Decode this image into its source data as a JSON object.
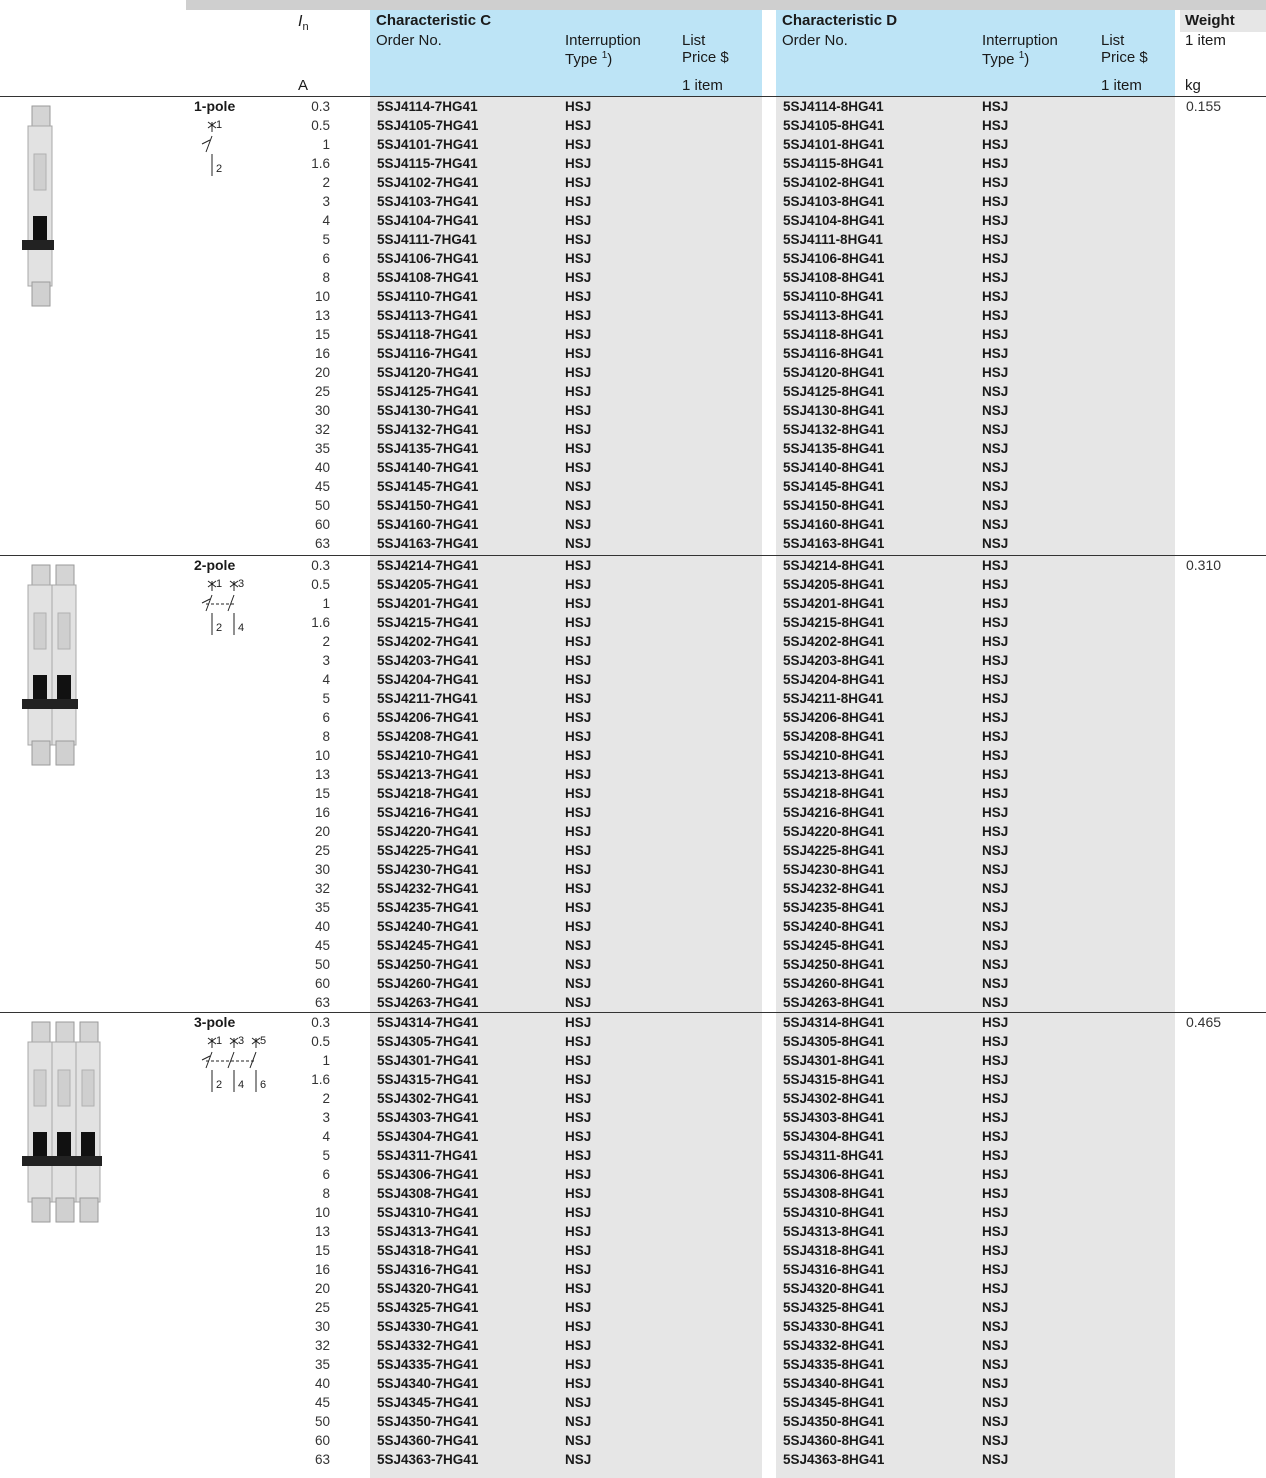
{
  "header": {
    "in_symbol": "I",
    "in_sub": "n",
    "unit_a": "A",
    "char_c": {
      "title": "Characteristic C",
      "order_no": "Order No.",
      "interruption": "Interruption",
      "type": "Type",
      "footnote": "1",
      "list": "List",
      "price": "Price $",
      "qty": "1 item"
    },
    "char_d": {
      "title": "Characteristic D",
      "order_no": "Order No.",
      "interruption": "Interruption",
      "type": "Type",
      "footnote": "1",
      "list": "List",
      "price": "Price $",
      "qty": "1 item"
    },
    "weight": {
      "title": "Weight",
      "qty": "1 item",
      "unit": "kg"
    }
  },
  "groups": [
    {
      "pole": "1-pole",
      "weight": "0.155",
      "terminals": [
        "1",
        "2"
      ],
      "rows": [
        {
          "a": "0.3",
          "c": "5SJ4114-7HG41",
          "tc": "HSJ",
          "d": "5SJ4114-8HG41",
          "td": "HSJ"
        },
        {
          "a": "0.5",
          "c": "5SJ4105-7HG41",
          "tc": "HSJ",
          "d": "5SJ4105-8HG41",
          "td": "HSJ"
        },
        {
          "a": "1",
          "c": "5SJ4101-7HG41",
          "tc": "HSJ",
          "d": "5SJ4101-8HG41",
          "td": "HSJ"
        },
        {
          "a": "1.6",
          "c": "5SJ4115-7HG41",
          "tc": "HSJ",
          "d": "5SJ4115-8HG41",
          "td": "HSJ"
        },
        {
          "a": "2",
          "c": "5SJ4102-7HG41",
          "tc": "HSJ",
          "d": "5SJ4102-8HG41",
          "td": "HSJ"
        },
        {
          "a": "3",
          "c": "5SJ4103-7HG41",
          "tc": "HSJ",
          "d": "5SJ4103-8HG41",
          "td": "HSJ"
        },
        {
          "a": "4",
          "c": "5SJ4104-7HG41",
          "tc": "HSJ",
          "d": "5SJ4104-8HG41",
          "td": "HSJ"
        },
        {
          "a": "5",
          "c": "5SJ4111-7HG41",
          "tc": "HSJ",
          "d": "5SJ4111-8HG41",
          "td": "HSJ"
        },
        {
          "a": "6",
          "c": "5SJ4106-7HG41",
          "tc": "HSJ",
          "d": "5SJ4106-8HG41",
          "td": "HSJ"
        },
        {
          "a": "8",
          "c": "5SJ4108-7HG41",
          "tc": "HSJ",
          "d": "5SJ4108-8HG41",
          "td": "HSJ"
        },
        {
          "a": "10",
          "c": "5SJ4110-7HG41",
          "tc": "HSJ",
          "d": "5SJ4110-8HG41",
          "td": "HSJ"
        },
        {
          "a": "13",
          "c": "5SJ4113-7HG41",
          "tc": "HSJ",
          "d": "5SJ4113-8HG41",
          "td": "HSJ"
        },
        {
          "a": "15",
          "c": "5SJ4118-7HG41",
          "tc": "HSJ",
          "d": "5SJ4118-8HG41",
          "td": "HSJ"
        },
        {
          "a": "16",
          "c": "5SJ4116-7HG41",
          "tc": "HSJ",
          "d": "5SJ4116-8HG41",
          "td": "HSJ"
        },
        {
          "a": "20",
          "c": "5SJ4120-7HG41",
          "tc": "HSJ",
          "d": "5SJ4120-8HG41",
          "td": "HSJ"
        },
        {
          "a": "25",
          "c": "5SJ4125-7HG41",
          "tc": "HSJ",
          "d": "5SJ4125-8HG41",
          "td": "NSJ"
        },
        {
          "a": "30",
          "c": "5SJ4130-7HG41",
          "tc": "HSJ",
          "d": "5SJ4130-8HG41",
          "td": "NSJ"
        },
        {
          "a": "32",
          "c": "5SJ4132-7HG41",
          "tc": "HSJ",
          "d": "5SJ4132-8HG41",
          "td": "NSJ"
        },
        {
          "a": "35",
          "c": "5SJ4135-7HG41",
          "tc": "HSJ",
          "d": "5SJ4135-8HG41",
          "td": "NSJ"
        },
        {
          "a": "40",
          "c": "5SJ4140-7HG41",
          "tc": "HSJ",
          "d": "5SJ4140-8HG41",
          "td": "NSJ"
        },
        {
          "a": "45",
          "c": "5SJ4145-7HG41",
          "tc": "NSJ",
          "d": "5SJ4145-8HG41",
          "td": "NSJ"
        },
        {
          "a": "50",
          "c": "5SJ4150-7HG41",
          "tc": "NSJ",
          "d": "5SJ4150-8HG41",
          "td": "NSJ"
        },
        {
          "a": "60",
          "c": "5SJ4160-7HG41",
          "tc": "NSJ",
          "d": "5SJ4160-8HG41",
          "td": "NSJ"
        },
        {
          "a": "63",
          "c": "5SJ4163-7HG41",
          "tc": "NSJ",
          "d": "5SJ4163-8HG41",
          "td": "NSJ"
        }
      ]
    },
    {
      "pole": "2-pole",
      "weight": "0.310",
      "terminals": [
        "1",
        "3",
        "2",
        "4"
      ],
      "rows": [
        {
          "a": "0.3",
          "c": "5SJ4214-7HG41",
          "tc": "HSJ",
          "d": "5SJ4214-8HG41",
          "td": "HSJ"
        },
        {
          "a": "0.5",
          "c": "5SJ4205-7HG41",
          "tc": "HSJ",
          "d": "5SJ4205-8HG41",
          "td": "HSJ"
        },
        {
          "a": "1",
          "c": "5SJ4201-7HG41",
          "tc": "HSJ",
          "d": "5SJ4201-8HG41",
          "td": "HSJ"
        },
        {
          "a": "1.6",
          "c": "5SJ4215-7HG41",
          "tc": "HSJ",
          "d": "5SJ4215-8HG41",
          "td": "HSJ"
        },
        {
          "a": "2",
          "c": "5SJ4202-7HG41",
          "tc": "HSJ",
          "d": "5SJ4202-8HG41",
          "td": "HSJ"
        },
        {
          "a": "3",
          "c": "5SJ4203-7HG41",
          "tc": "HSJ",
          "d": "5SJ4203-8HG41",
          "td": "HSJ"
        },
        {
          "a": "4",
          "c": "5SJ4204-7HG41",
          "tc": "HSJ",
          "d": "5SJ4204-8HG41",
          "td": "HSJ"
        },
        {
          "a": "5",
          "c": "5SJ4211-7HG41",
          "tc": "HSJ",
          "d": "5SJ4211-8HG41",
          "td": "HSJ"
        },
        {
          "a": "6",
          "c": "5SJ4206-7HG41",
          "tc": "HSJ",
          "d": "5SJ4206-8HG41",
          "td": "HSJ"
        },
        {
          "a": "8",
          "c": "5SJ4208-7HG41",
          "tc": "HSJ",
          "d": "5SJ4208-8HG41",
          "td": "HSJ"
        },
        {
          "a": "10",
          "c": "5SJ4210-7HG41",
          "tc": "HSJ",
          "d": "5SJ4210-8HG41",
          "td": "HSJ"
        },
        {
          "a": "13",
          "c": "5SJ4213-7HG41",
          "tc": "HSJ",
          "d": "5SJ4213-8HG41",
          "td": "HSJ"
        },
        {
          "a": "15",
          "c": "5SJ4218-7HG41",
          "tc": "HSJ",
          "d": "5SJ4218-8HG41",
          "td": "HSJ"
        },
        {
          "a": "16",
          "c": "5SJ4216-7HG41",
          "tc": "HSJ",
          "d": "5SJ4216-8HG41",
          "td": "HSJ"
        },
        {
          "a": "20",
          "c": "5SJ4220-7HG41",
          "tc": "HSJ",
          "d": "5SJ4220-8HG41",
          "td": "HSJ"
        },
        {
          "a": "25",
          "c": "5SJ4225-7HG41",
          "tc": "HSJ",
          "d": "5SJ4225-8HG41",
          "td": "NSJ"
        },
        {
          "a": "30",
          "c": "5SJ4230-7HG41",
          "tc": "HSJ",
          "d": "5SJ4230-8HG41",
          "td": "NSJ"
        },
        {
          "a": "32",
          "c": "5SJ4232-7HG41",
          "tc": "HSJ",
          "d": "5SJ4232-8HG41",
          "td": "NSJ"
        },
        {
          "a": "35",
          "c": "5SJ4235-7HG41",
          "tc": "HSJ",
          "d": "5SJ4235-8HG41",
          "td": "NSJ"
        },
        {
          "a": "40",
          "c": "5SJ4240-7HG41",
          "tc": "HSJ",
          "d": "5SJ4240-8HG41",
          "td": "NSJ"
        },
        {
          "a": "45",
          "c": "5SJ4245-7HG41",
          "tc": "NSJ",
          "d": "5SJ4245-8HG41",
          "td": "NSJ"
        },
        {
          "a": "50",
          "c": "5SJ4250-7HG41",
          "tc": "NSJ",
          "d": "5SJ4250-8HG41",
          "td": "NSJ"
        },
        {
          "a": "60",
          "c": "5SJ4260-7HG41",
          "tc": "NSJ",
          "d": "5SJ4260-8HG41",
          "td": "NSJ"
        },
        {
          "a": "63",
          "c": "5SJ4263-7HG41",
          "tc": "NSJ",
          "d": "5SJ4263-8HG41",
          "td": "NSJ"
        }
      ]
    },
    {
      "pole": "3-pole",
      "weight": "0.465",
      "terminals": [
        "1",
        "3",
        "5",
        "2",
        "4",
        "6"
      ],
      "rows": [
        {
          "a": "0.3",
          "c": "5SJ4314-7HG41",
          "tc": "HSJ",
          "d": "5SJ4314-8HG41",
          "td": "HSJ"
        },
        {
          "a": "0.5",
          "c": "5SJ4305-7HG41",
          "tc": "HSJ",
          "d": "5SJ4305-8HG41",
          "td": "HSJ"
        },
        {
          "a": "1",
          "c": "5SJ4301-7HG41",
          "tc": "HSJ",
          "d": "5SJ4301-8HG41",
          "td": "HSJ"
        },
        {
          "a": "1.6",
          "c": "5SJ4315-7HG41",
          "tc": "HSJ",
          "d": "5SJ4315-8HG41",
          "td": "HSJ"
        },
        {
          "a": "2",
          "c": "5SJ4302-7HG41",
          "tc": "HSJ",
          "d": "5SJ4302-8HG41",
          "td": "HSJ"
        },
        {
          "a": "3",
          "c": "5SJ4303-7HG41",
          "tc": "HSJ",
          "d": "5SJ4303-8HG41",
          "td": "HSJ"
        },
        {
          "a": "4",
          "c": "5SJ4304-7HG41",
          "tc": "HSJ",
          "d": "5SJ4304-8HG41",
          "td": "HSJ"
        },
        {
          "a": "5",
          "c": "5SJ4311-7HG41",
          "tc": "HSJ",
          "d": "5SJ4311-8HG41",
          "td": "HSJ"
        },
        {
          "a": "6",
          "c": "5SJ4306-7HG41",
          "tc": "HSJ",
          "d": "5SJ4306-8HG41",
          "td": "HSJ"
        },
        {
          "a": "8",
          "c": "5SJ4308-7HG41",
          "tc": "HSJ",
          "d": "5SJ4308-8HG41",
          "td": "HSJ"
        },
        {
          "a": "10",
          "c": "5SJ4310-7HG41",
          "tc": "HSJ",
          "d": "5SJ4310-8HG41",
          "td": "HSJ"
        },
        {
          "a": "13",
          "c": "5SJ4313-7HG41",
          "tc": "HSJ",
          "d": "5SJ4313-8HG41",
          "td": "HSJ"
        },
        {
          "a": "15",
          "c": "5SJ4318-7HG41",
          "tc": "HSJ",
          "d": "5SJ4318-8HG41",
          "td": "HSJ"
        },
        {
          "a": "16",
          "c": "5SJ4316-7HG41",
          "tc": "HSJ",
          "d": "5SJ4316-8HG41",
          "td": "HSJ"
        },
        {
          "a": "20",
          "c": "5SJ4320-7HG41",
          "tc": "HSJ",
          "d": "5SJ4320-8HG41",
          "td": "HSJ"
        },
        {
          "a": "25",
          "c": "5SJ4325-7HG41",
          "tc": "HSJ",
          "d": "5SJ4325-8HG41",
          "td": "NSJ"
        },
        {
          "a": "30",
          "c": "5SJ4330-7HG41",
          "tc": "HSJ",
          "d": "5SJ4330-8HG41",
          "td": "NSJ"
        },
        {
          "a": "32",
          "c": "5SJ4332-7HG41",
          "tc": "HSJ",
          "d": "5SJ4332-8HG41",
          "td": "NSJ"
        },
        {
          "a": "35",
          "c": "5SJ4335-7HG41",
          "tc": "HSJ",
          "d": "5SJ4335-8HG41",
          "td": "NSJ"
        },
        {
          "a": "40",
          "c": "5SJ4340-7HG41",
          "tc": "HSJ",
          "d": "5SJ4340-8HG41",
          "td": "NSJ"
        },
        {
          "a": "45",
          "c": "5SJ4345-7HG41",
          "tc": "NSJ",
          "d": "5SJ4345-8HG41",
          "td": "NSJ"
        },
        {
          "a": "50",
          "c": "5SJ4350-7HG41",
          "tc": "NSJ",
          "d": "5SJ4350-8HG41",
          "td": "NSJ"
        },
        {
          "a": "60",
          "c": "5SJ4360-7HG41",
          "tc": "NSJ",
          "d": "5SJ4360-8HG41",
          "td": "NSJ"
        },
        {
          "a": "63",
          "c": "5SJ4363-7HG41",
          "tc": "NSJ",
          "d": "5SJ4363-8HG41",
          "td": "NSJ"
        }
      ]
    }
  ]
}
